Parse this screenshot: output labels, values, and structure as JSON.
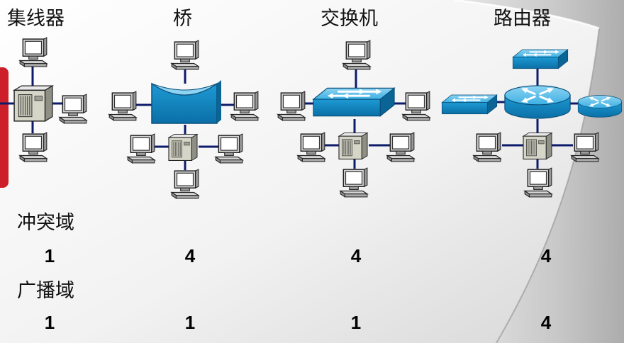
{
  "headers": {
    "hub": "集线器",
    "bridge": "桥",
    "switch": "交换机",
    "router": "路由器"
  },
  "rows": {
    "collision_label": "冲突域",
    "broadcast_label": "广播域"
  },
  "collision_counts": {
    "hub": "1",
    "bridge": "4",
    "switch": "4",
    "router": "4"
  },
  "broadcast_counts": {
    "hub": "1",
    "bridge": "1",
    "switch": "1",
    "router": "4"
  },
  "icons": {
    "device": "computer-icon",
    "hub": "hub-icon",
    "bridge": "bridge-icon",
    "switch": "switch-icon",
    "router": "router-icon"
  },
  "colors": {
    "device_blue": "#1f9fd6",
    "accent_red": "#cc1f2a",
    "line": "#0d1b6a"
  }
}
